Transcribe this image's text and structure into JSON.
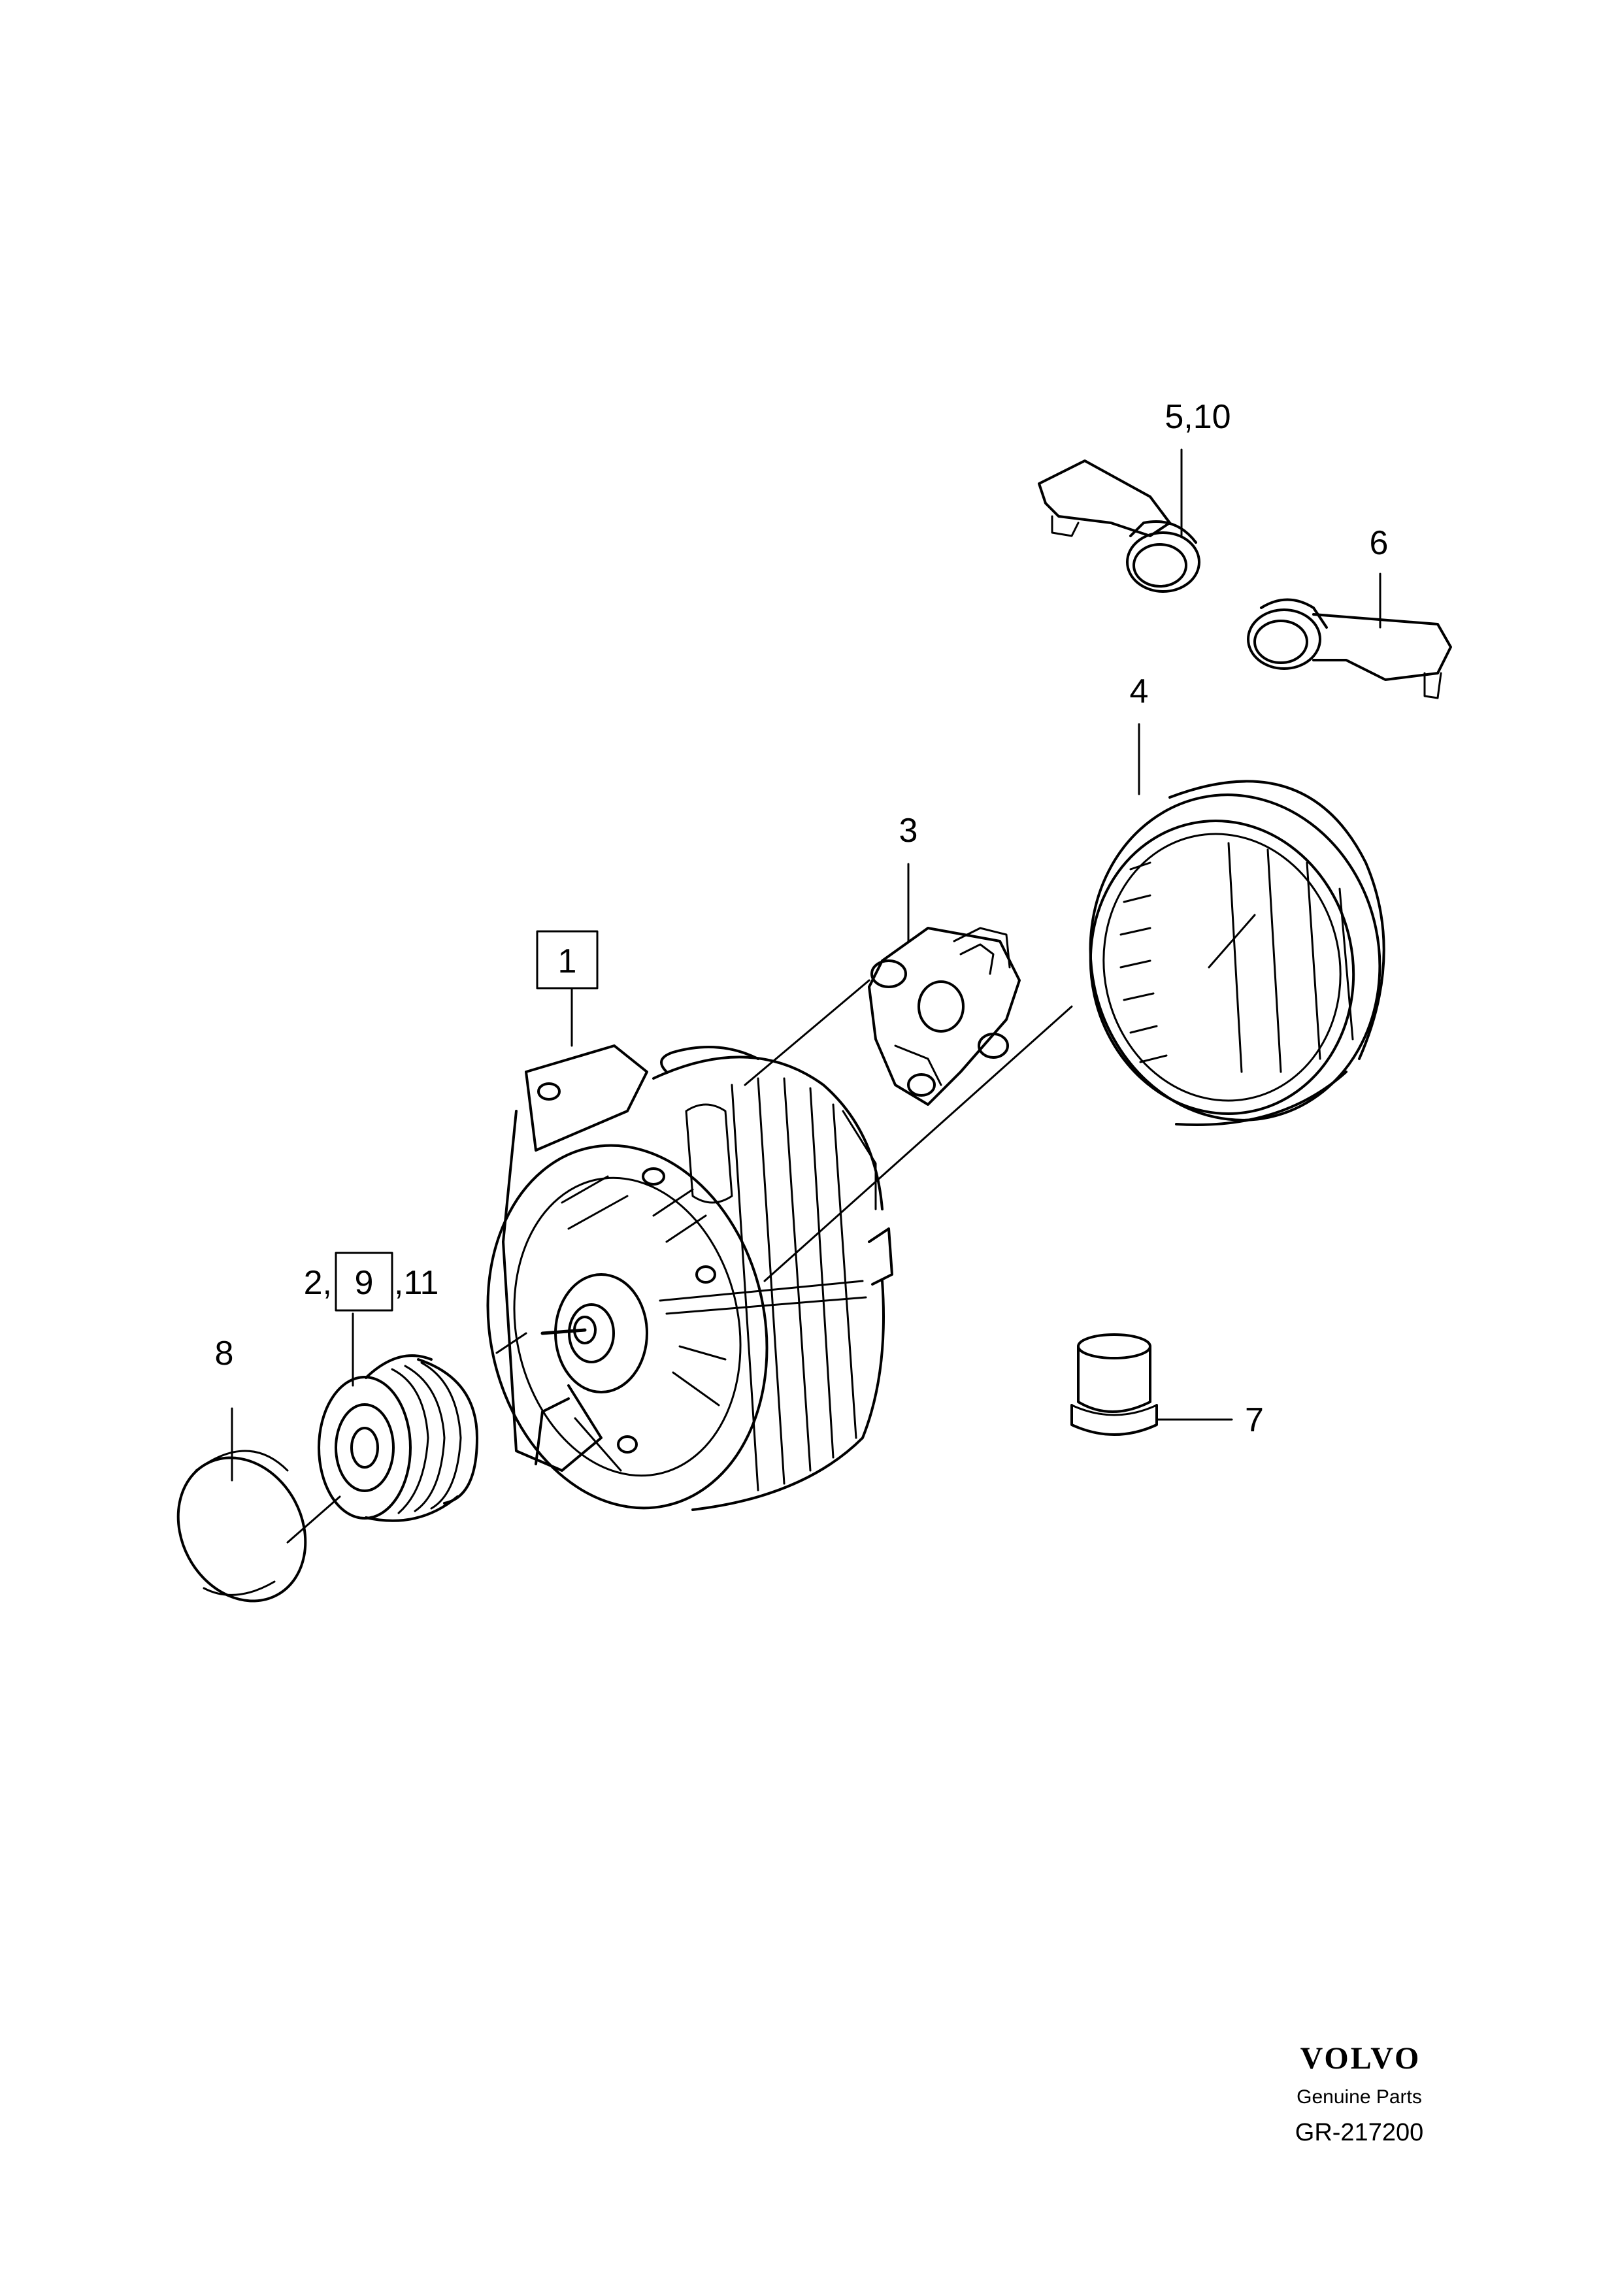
{
  "callouts": {
    "c1": "1",
    "c2": "2,",
    "c9": "9",
    "c11": ",11",
    "c3": "3",
    "c4": "4",
    "c510": "5,10",
    "c6": "6",
    "c7": "7",
    "c8": "8"
  },
  "footer": {
    "brand": "VOLVO",
    "tagline": "Genuine Parts",
    "code": "GR-217200"
  }
}
